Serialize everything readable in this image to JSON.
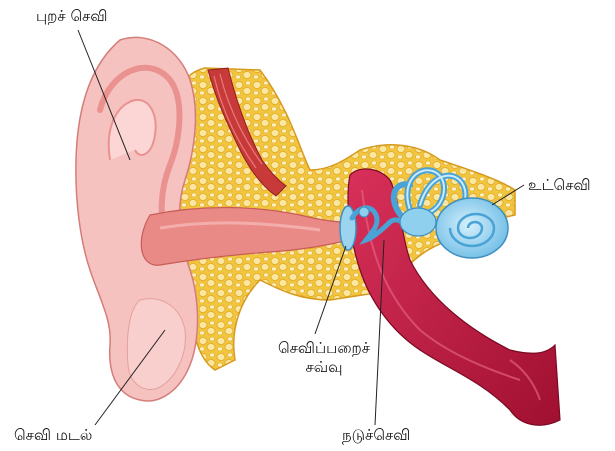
{
  "labels": {
    "outer_ear": "புறச் செவி",
    "inner_ear": "உட்செவி",
    "eardrum_line1": "செவிப்பறைச்",
    "eardrum_line2": "சவ்வு",
    "middle_ear": "நடுச்செவி",
    "ear_lobe": "செவி மடல்"
  },
  "colors": {
    "skin": "#f6c2c0",
    "skin_dark": "#e9928f",
    "canal": "#e98a86",
    "fat": "#f4cf5e",
    "fat_light": "#fbe9a6",
    "muscle": "#c83a3a",
    "tube": "#b8163a",
    "cochlea": "#8fd0ef",
    "cochlea_dark": "#4aa3d6",
    "line": "#222222"
  }
}
